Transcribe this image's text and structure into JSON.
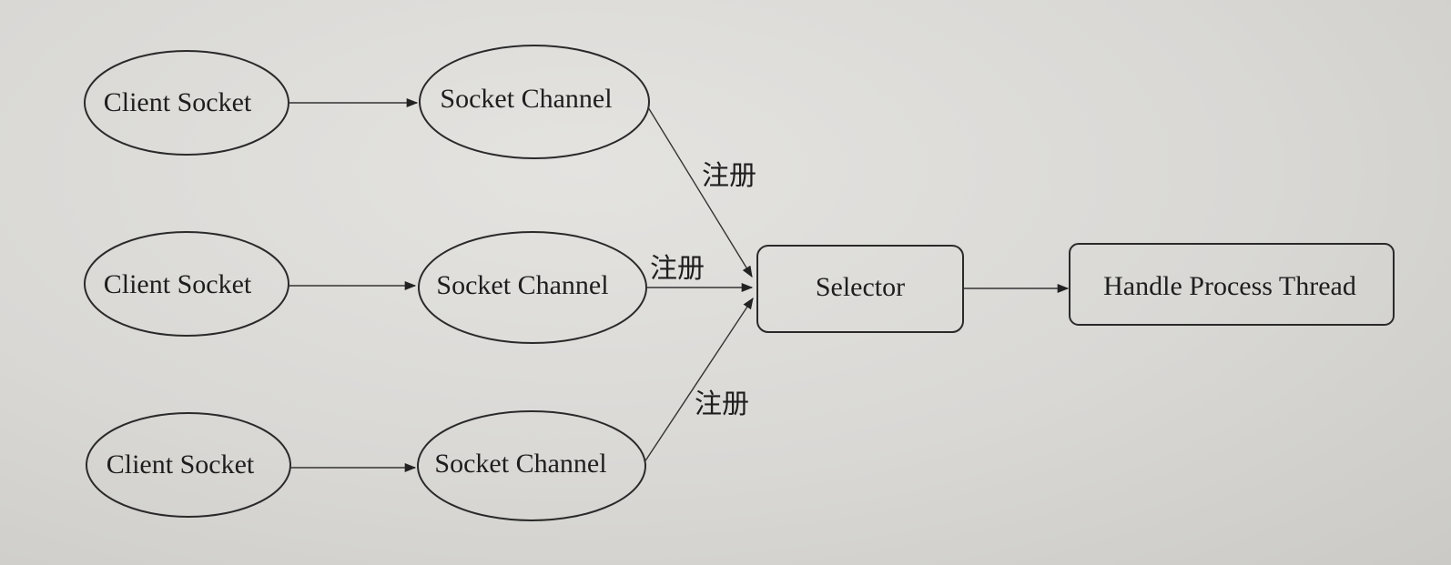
{
  "nodes": {
    "client_sockets": [
      {
        "label": "Client Socket"
      },
      {
        "label": "Client Socket"
      },
      {
        "label": "Client Socket"
      }
    ],
    "socket_channels": [
      {
        "label": "Socket Channel"
      },
      {
        "label": "Socket Channel"
      },
      {
        "label": "Socket Channel"
      }
    ],
    "selector": {
      "label": "Selector"
    },
    "handler": {
      "label": "Handle Process Thread"
    }
  },
  "edge_labels": {
    "register_1": "注册",
    "register_2": "注册",
    "register_3": "注册"
  },
  "colors": {
    "stroke": "#2a2a2a",
    "text": "#1e1e1e",
    "paper": "#dcdbd8"
  }
}
